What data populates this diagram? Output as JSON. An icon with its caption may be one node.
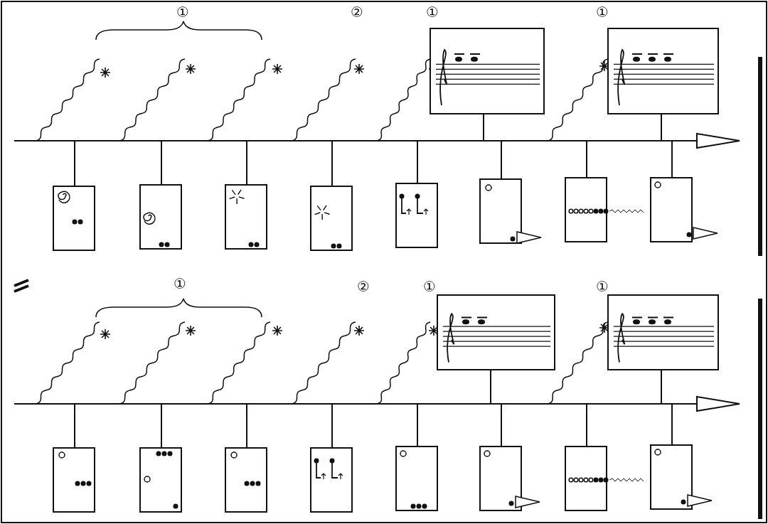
{
  "diagram": {
    "labels": [
      "①",
      "②",
      "①",
      "①",
      "①",
      "②",
      "①",
      "①"
    ]
  }
}
